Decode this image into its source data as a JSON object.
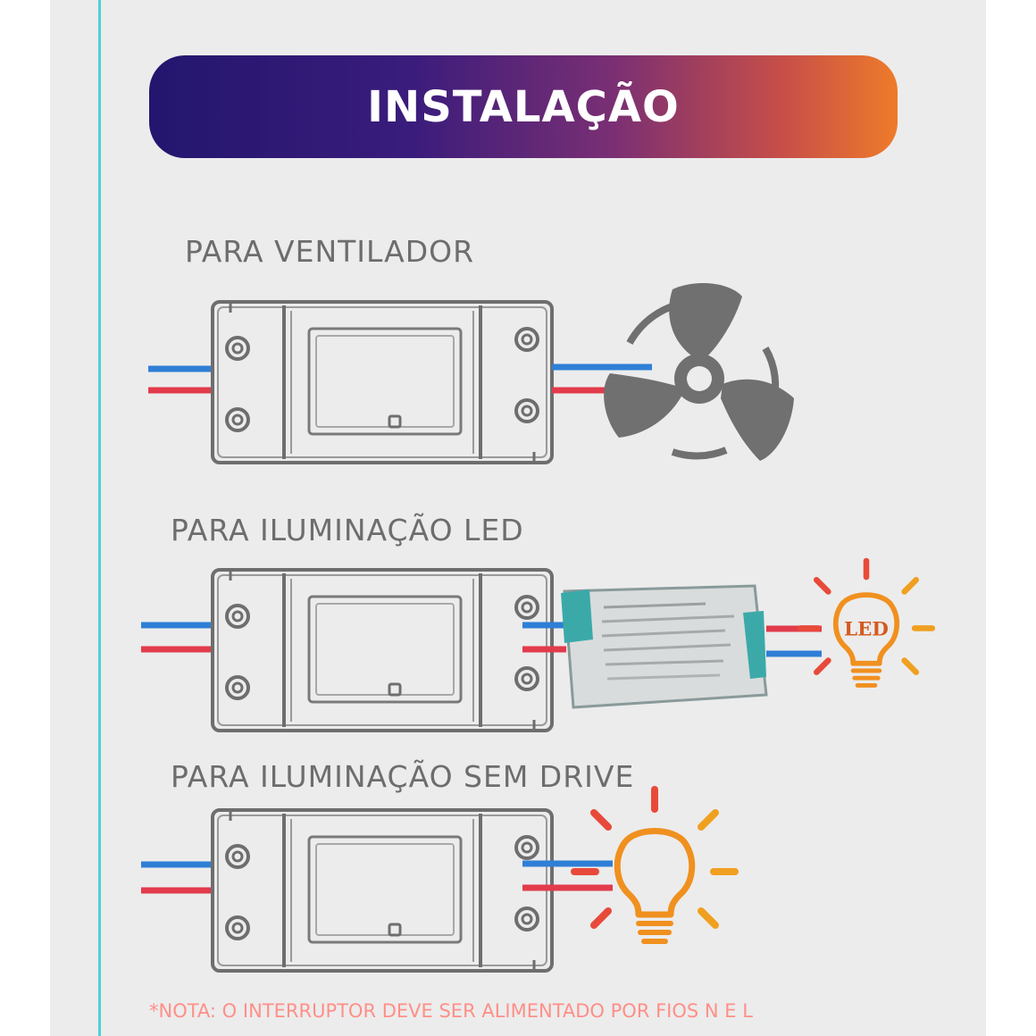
{
  "banner": {
    "title": "INSTALAÇÃO",
    "gradient": [
      "#23166e",
      "#7a2f73",
      "#ee7b2a"
    ]
  },
  "sections": [
    {
      "label": "PARA VENTILADOR",
      "load": "fan-icon"
    },
    {
      "label": "PARA ILUMINAÇÃO LED",
      "load": "led-bulb-icon",
      "driver": "led-driver-icon",
      "bulb_text": "LED"
    },
    {
      "label": "PARA ILUMINAÇÃO SEM DRIVE",
      "load": "bulb-icon"
    }
  ],
  "note": "*NOTA: O INTERRUPTOR DEVE SER ALIMENTADO POR FIOS N E L",
  "colors": {
    "wire_blue": "#2f7fd6",
    "wire_red": "#e23b4b",
    "switch_outline": "#6e6e6e",
    "fan_gray": "#707070",
    "bulb_orange": "#f0901f",
    "ray_red": "#e84a3a",
    "ray_orange": "#f0a020",
    "note_pink": "#ff8f88",
    "panel_accent": "#4fd0d6"
  }
}
